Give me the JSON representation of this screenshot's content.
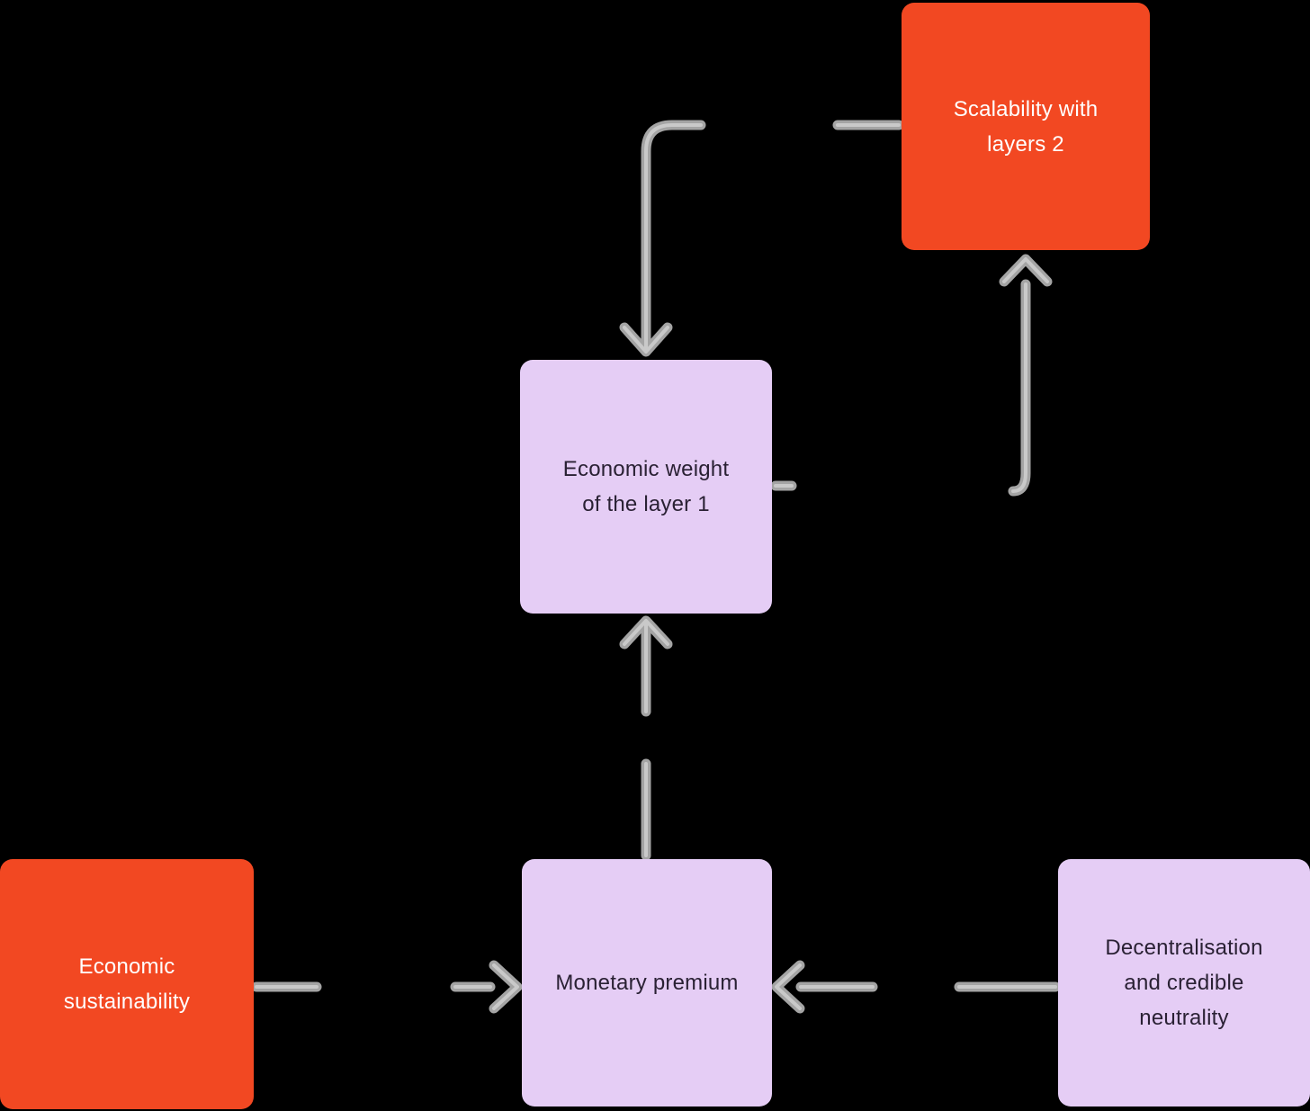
{
  "diagram": {
    "background_color": "#000000",
    "arrow_color": "#A4A4A4",
    "arrow_highlight_color": "#C9C9C9",
    "node_colors": {
      "orange_fill": "#F24822",
      "orange_text": "#FFFFFF",
      "purple_fill": "#E5CDF5",
      "purple_text": "#2A2134"
    },
    "nodes": [
      {
        "id": "scalability-with-layers-2",
        "label": "Scalability with\nlayers 2",
        "fill": "#F24822",
        "text_color": "#FFFFFF"
      },
      {
        "id": "economic-weight-of-the-layer-1",
        "label": "Economic weight\nof the layer 1",
        "fill": "#E5CDF5",
        "text_color": "#2A2134"
      },
      {
        "id": "economic-sustainability",
        "label": "Economic\nsustainability",
        "fill": "#F24822",
        "text_color": "#FFFFFF"
      },
      {
        "id": "monetary-premium",
        "label": "Monetary premium",
        "fill": "#E5CDF5",
        "text_color": "#2A2134"
      },
      {
        "id": "decentralisation-and-credible-neutrality",
        "label": "Decentralisation\nand credible\nneutrality",
        "fill": "#E5CDF5",
        "text_color": "#2A2134"
      }
    ],
    "edges": [
      {
        "from": "scalability-with-layers-2",
        "to": "economic-weight-of-the-layer-1",
        "head": "chevron-down"
      },
      {
        "from": "economic-weight-of-the-layer-1",
        "to": "scalability-with-layers-2",
        "head": "chevron-up"
      },
      {
        "from": "monetary-premium",
        "to": "economic-weight-of-the-layer-1",
        "head": "chevron-up"
      },
      {
        "from": "economic-sustainability",
        "to": "monetary-premium",
        "head": "chevron-right"
      },
      {
        "from": "decentralisation-and-credible-neutrality",
        "to": "monetary-premium",
        "head": "chevron-left"
      }
    ]
  }
}
